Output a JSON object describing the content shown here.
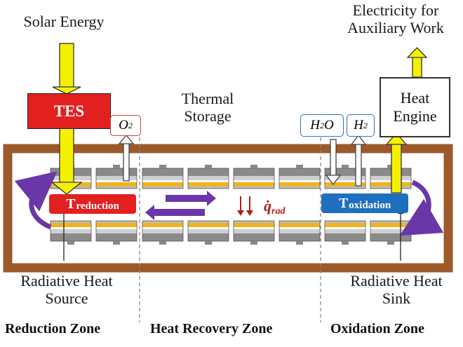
{
  "labels": {
    "solar_energy": "Solar Energy",
    "tes": "TES",
    "thermal_storage_line1": "Thermal",
    "thermal_storage_line2": "Storage",
    "electricity_line1": "Electricity for",
    "electricity_line2": "Auxiliary Work",
    "heat_engine_line1": "Heat",
    "heat_engine_line2": "Engine",
    "o2": "O",
    "o2_sub": "2",
    "h2o_a": "H",
    "h2o_sub": "2",
    "h2o_b": "O",
    "h2": "H",
    "h2_sub": "2",
    "t_reduction_main": "T",
    "t_reduction_sub": "reduction",
    "t_oxidation_main": "T",
    "t_oxidation_sub": "oxidation",
    "q_rad_main": "q̇",
    "q_rad_sub": "rad",
    "radiative_source_line1": "Radiative Heat",
    "radiative_source_line2": "Source",
    "radiative_sink_line1": "Radiative Heat",
    "radiative_sink_line2": "Sink"
  },
  "zones": [
    "Reduction Zone",
    "Heat Recovery Zone",
    "Oxidation Zone"
  ],
  "colors": {
    "frame": "#9c5a2b",
    "solar_arrow": "#f5f000",
    "tes_fill": "#e32020",
    "t_reduction_fill": "#e32020",
    "t_oxidation_fill": "#1f6fc0",
    "purple_arrow": "#6a37a8",
    "q_rad": "#b11d1d",
    "gold_stripe": "#f0b320",
    "gray_block": "#8a8a8a"
  }
}
